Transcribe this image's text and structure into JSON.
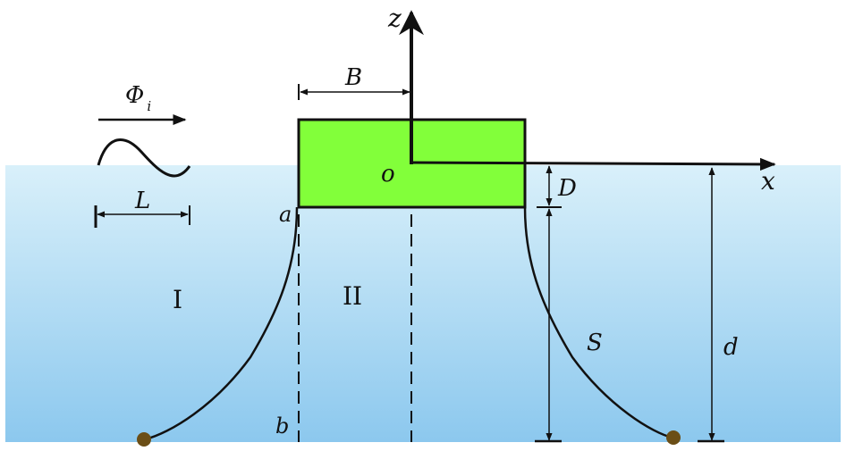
{
  "labels": {
    "z_axis": "z",
    "x_axis": "x",
    "origin": "o",
    "half_width": "B",
    "draft": "D",
    "depth": "d",
    "incident_wave": "Φ",
    "incident_wave_sub": "i",
    "wavelength": "L",
    "corner_a": "a",
    "point_b": "b",
    "region_1": "I",
    "region_2": "II",
    "mooring": "S"
  },
  "colors": {
    "water_top": "#d9f0fa",
    "water_bottom": "#8cc8ee",
    "body_fill": "#82ff3a",
    "line": "#111111",
    "anchor": "#6b4e16"
  }
}
